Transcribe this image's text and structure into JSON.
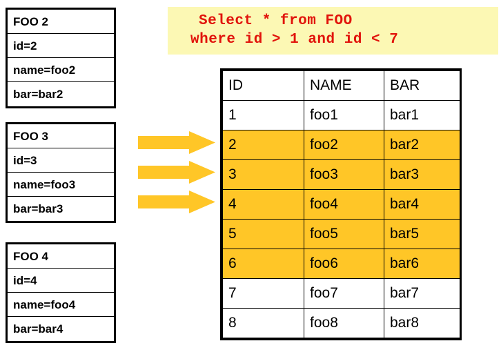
{
  "records": [
    {
      "title": "FOO 2",
      "fields": [
        "id=2",
        "name=foo2",
        "bar=bar2"
      ]
    },
    {
      "title": "FOO 3",
      "fields": [
        "id=3",
        "name=foo3",
        "bar=bar3"
      ]
    },
    {
      "title": "FOO 4",
      "fields": [
        "id=4",
        "name=foo4",
        "bar=bar4"
      ]
    }
  ],
  "query": {
    "line1": "Select * from FOO",
    "line2": "where id > 1 and id < 7",
    "text_color": "#e1130b",
    "background_color": "#fcf8b4"
  },
  "arrows": {
    "count": 3,
    "direction": "right",
    "color": "#ffc627"
  },
  "table": {
    "headers": [
      "ID",
      "NAME",
      "BAR"
    ],
    "rows": [
      {
        "id": "1",
        "name": "foo1",
        "bar": "bar1",
        "highlighted": false
      },
      {
        "id": "2",
        "name": "foo2",
        "bar": "bar2",
        "highlighted": true
      },
      {
        "id": "3",
        "name": "foo3",
        "bar": "bar3",
        "highlighted": true
      },
      {
        "id": "4",
        "name": "foo4",
        "bar": "bar4",
        "highlighted": true
      },
      {
        "id": "5",
        "name": "foo5",
        "bar": "bar5",
        "highlighted": true
      },
      {
        "id": "6",
        "name": "foo6",
        "bar": "bar6",
        "highlighted": true
      },
      {
        "id": "7",
        "name": "foo7",
        "bar": "bar7",
        "highlighted": false
      },
      {
        "id": "8",
        "name": "foo8",
        "bar": "bar8",
        "highlighted": false
      }
    ],
    "highlight_color": "#ffc627"
  }
}
